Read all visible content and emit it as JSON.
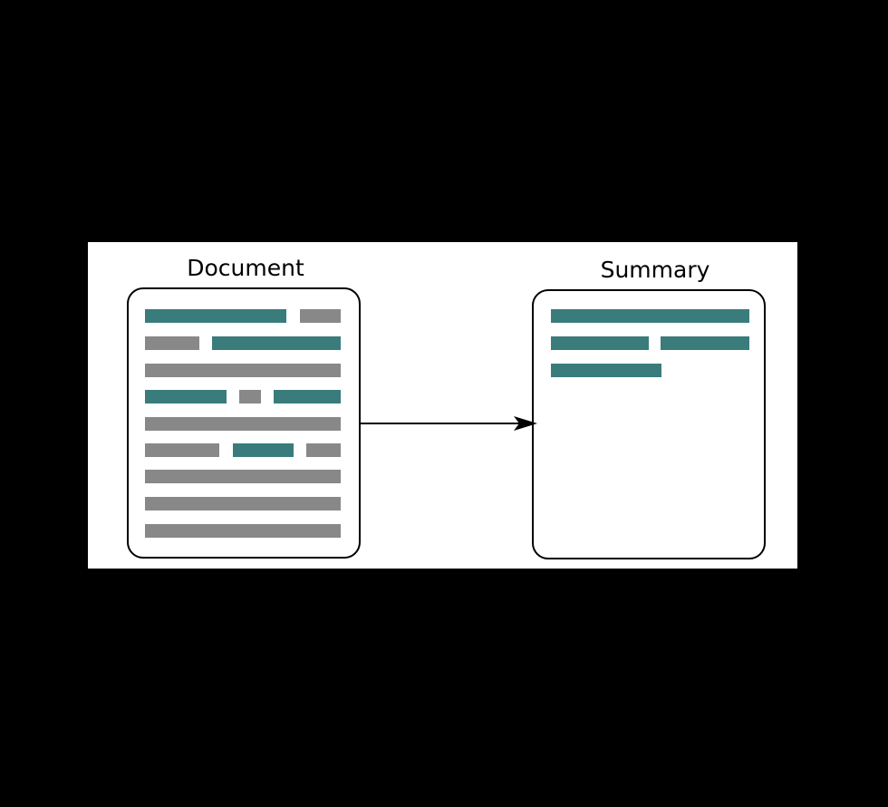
{
  "diagram": {
    "colors": {
      "background": "#000000",
      "panel": "#ffffff",
      "highlight": "#3a7c7c",
      "text_line": "#888888",
      "stroke": "#000000"
    },
    "document": {
      "label": "Document",
      "lines": [
        [
          {
            "kind": "highlight"
          },
          {
            "kind": "text"
          }
        ],
        [
          {
            "kind": "text"
          },
          {
            "kind": "highlight"
          }
        ],
        [
          {
            "kind": "text"
          }
        ],
        [
          {
            "kind": "highlight"
          },
          {
            "kind": "text"
          },
          {
            "kind": "highlight"
          }
        ],
        [
          {
            "kind": "text"
          }
        ],
        [
          {
            "kind": "text"
          },
          {
            "kind": "highlight"
          },
          {
            "kind": "text"
          }
        ],
        [
          {
            "kind": "text"
          }
        ],
        [
          {
            "kind": "text"
          }
        ],
        [
          {
            "kind": "text"
          }
        ]
      ]
    },
    "summary": {
      "label": "Summary",
      "lines": [
        [
          {
            "kind": "highlight"
          }
        ],
        [
          {
            "kind": "highlight"
          },
          {
            "kind": "highlight"
          }
        ],
        [
          {
            "kind": "highlight"
          }
        ]
      ]
    },
    "connector": {
      "from": "document",
      "to": "summary",
      "style": "arrow"
    }
  }
}
